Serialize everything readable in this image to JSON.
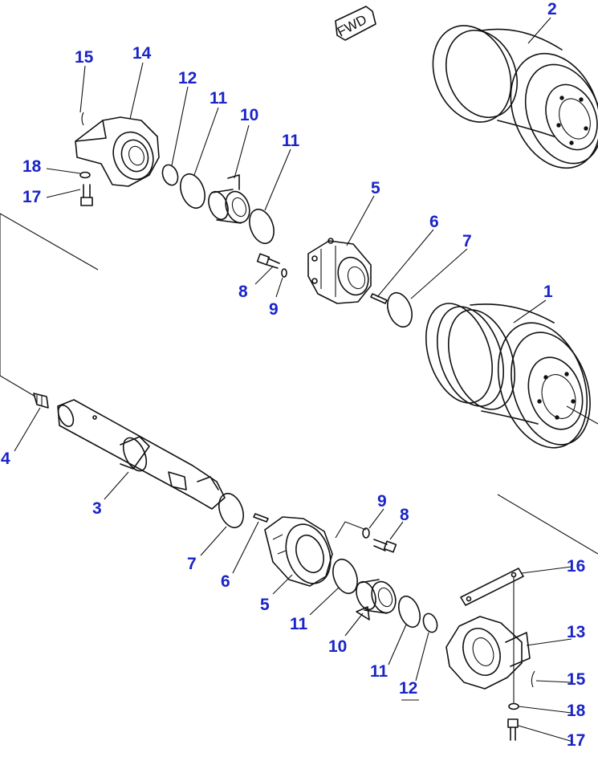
{
  "direction_marker": "FWD",
  "callout_color": "#1a24c8",
  "callouts": [
    {
      "id": "c-2",
      "label": "2"
    },
    {
      "id": "c-15a",
      "label": "15"
    },
    {
      "id": "c-14",
      "label": "14"
    },
    {
      "id": "c-12a",
      "label": "12"
    },
    {
      "id": "c-11a",
      "label": "11"
    },
    {
      "id": "c-10a",
      "label": "10"
    },
    {
      "id": "c-11b",
      "label": "11"
    },
    {
      "id": "c-18a",
      "label": "18"
    },
    {
      "id": "c-17a",
      "label": "17"
    },
    {
      "id": "c-5a",
      "label": "5"
    },
    {
      "id": "c-6a",
      "label": "6"
    },
    {
      "id": "c-7a",
      "label": "7"
    },
    {
      "id": "c-8a",
      "label": "8"
    },
    {
      "id": "c-9a",
      "label": "9"
    },
    {
      "id": "c-1",
      "label": "1"
    },
    {
      "id": "c-4",
      "label": "4"
    },
    {
      "id": "c-3",
      "label": "3"
    },
    {
      "id": "c-9b",
      "label": "9"
    },
    {
      "id": "c-8b",
      "label": "8"
    },
    {
      "id": "c-7b",
      "label": "7"
    },
    {
      "id": "c-6b",
      "label": "6"
    },
    {
      "id": "c-5b",
      "label": "5"
    },
    {
      "id": "c-16",
      "label": "16"
    },
    {
      "id": "c-13",
      "label": "13"
    },
    {
      "id": "c-11c",
      "label": "11"
    },
    {
      "id": "c-10b",
      "label": "10"
    },
    {
      "id": "c-11d",
      "label": "11"
    },
    {
      "id": "c-12b",
      "label": "12"
    },
    {
      "id": "c-15b",
      "label": "15"
    },
    {
      "id": "c-18b",
      "label": "18"
    },
    {
      "id": "c-17b",
      "label": "17"
    }
  ]
}
